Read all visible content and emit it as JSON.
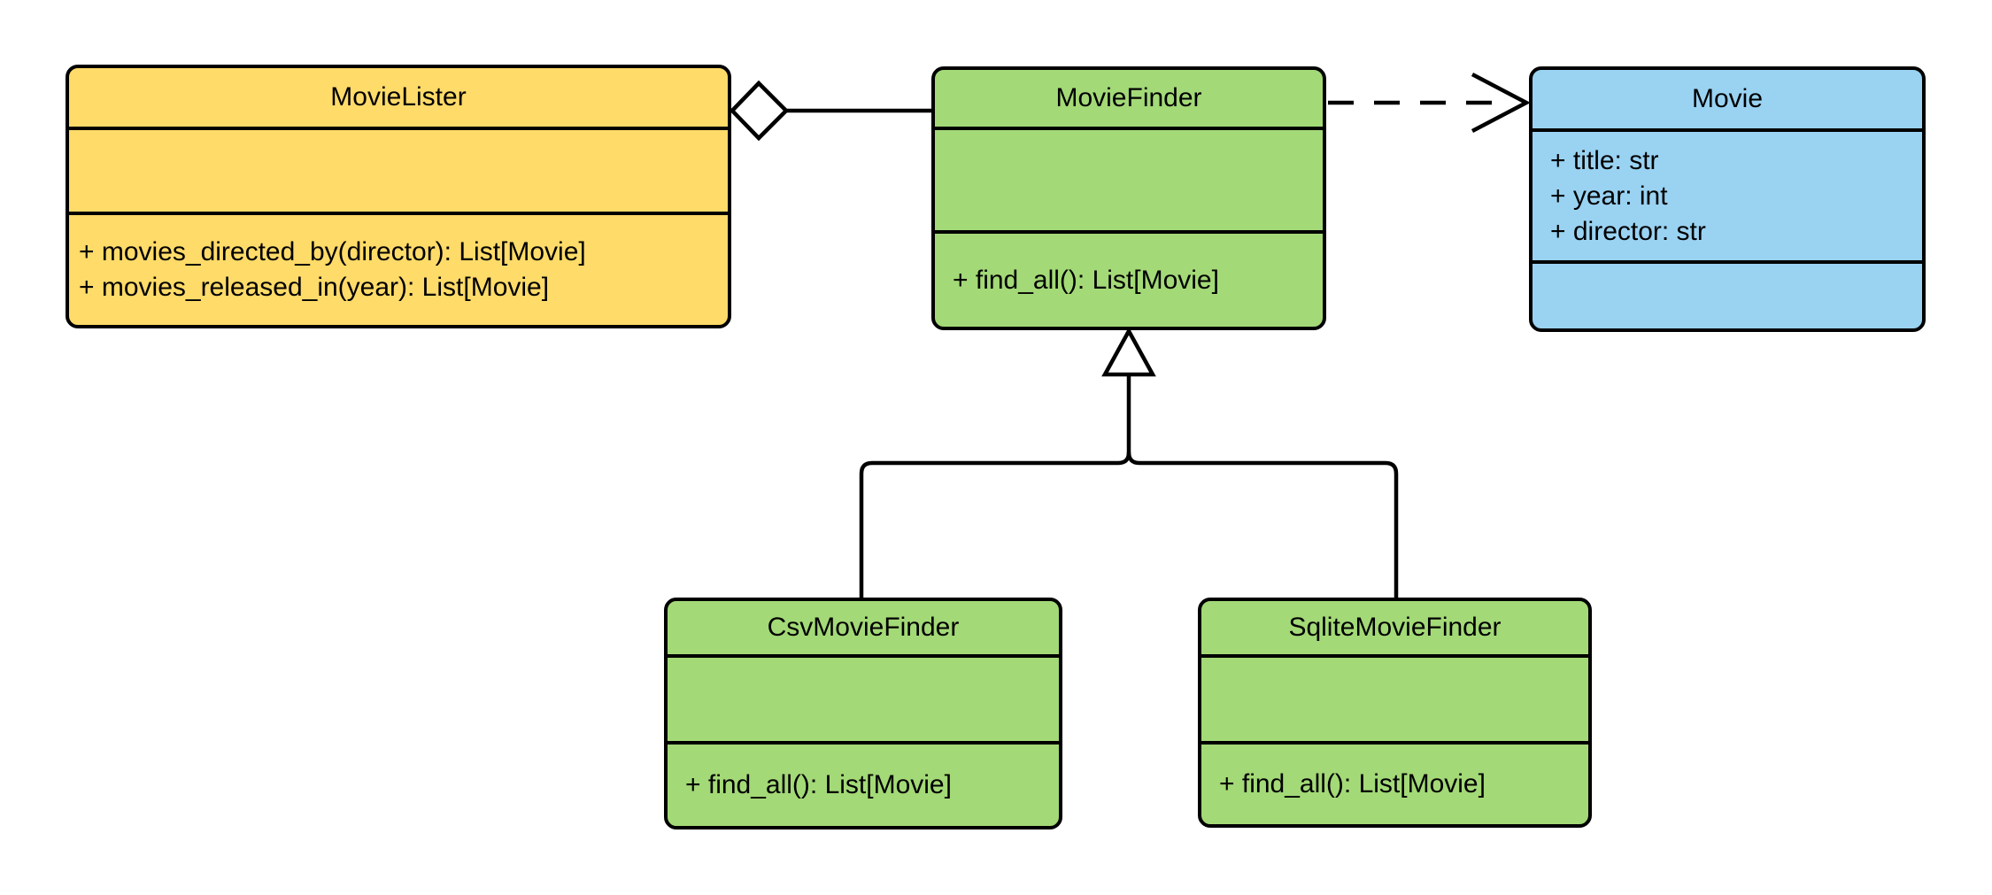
{
  "diagram_title": "MovieLister UML class diagram",
  "colors": {
    "background": "#FFFFFF",
    "stroke": "#000000",
    "class_yellow": "#FFDB69",
    "class_green": "#A3D977",
    "class_blue": "#9AD2F2"
  },
  "classes": [
    {
      "name": "MovieLister",
      "color": "yellow",
      "attributes": [],
      "methods": [
        "+ movies_directed_by(director): List[Movie]",
        "+ movies_released_in(year): List[Movie]"
      ]
    },
    {
      "name": "MovieFinder",
      "color": "green",
      "attributes": [],
      "methods": [
        "+ find_all(): List[Movie]"
      ]
    },
    {
      "name": "Movie",
      "color": "blue",
      "attributes": [
        "+ title: str",
        "+ year: int",
        "+ director: str"
      ],
      "methods": []
    },
    {
      "name": "CsvMovieFinder",
      "color": "green",
      "attributes": [],
      "methods": [
        "+ find_all(): List[Movie]"
      ]
    },
    {
      "name": "SqliteMovieFinder",
      "color": "green",
      "attributes": [],
      "methods": [
        "+ find_all(): List[Movie]"
      ]
    }
  ],
  "relationships": [
    {
      "type": "aggregation",
      "from": "MovieLister",
      "to": "MovieFinder",
      "marker": "hollow diamond at MovieLister, solid line"
    },
    {
      "type": "dependency",
      "from": "MovieFinder",
      "to": "Movie",
      "marker": "dashed line, open arrow at Movie"
    },
    {
      "type": "generalization",
      "from": "CsvMovieFinder",
      "to": "MovieFinder",
      "marker": "hollow triangle at MovieFinder"
    },
    {
      "type": "generalization",
      "from": "SqliteMovieFinder",
      "to": "MovieFinder",
      "marker": "hollow triangle at MovieFinder"
    }
  ]
}
